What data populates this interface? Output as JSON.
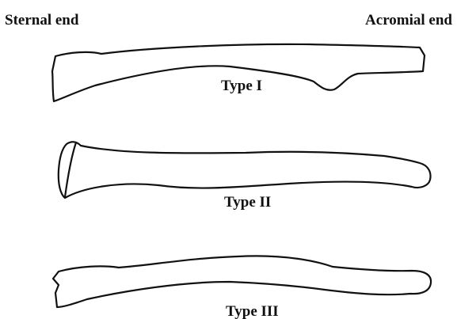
{
  "labels": {
    "sternal_end": "Sternal end",
    "acromial_end": "Acromial end"
  },
  "types": [
    {
      "label": "Type I"
    },
    {
      "label": "Type II"
    },
    {
      "label": "Type III"
    }
  ],
  "colors": {
    "ink": "#111111",
    "background": "#ffffff"
  }
}
